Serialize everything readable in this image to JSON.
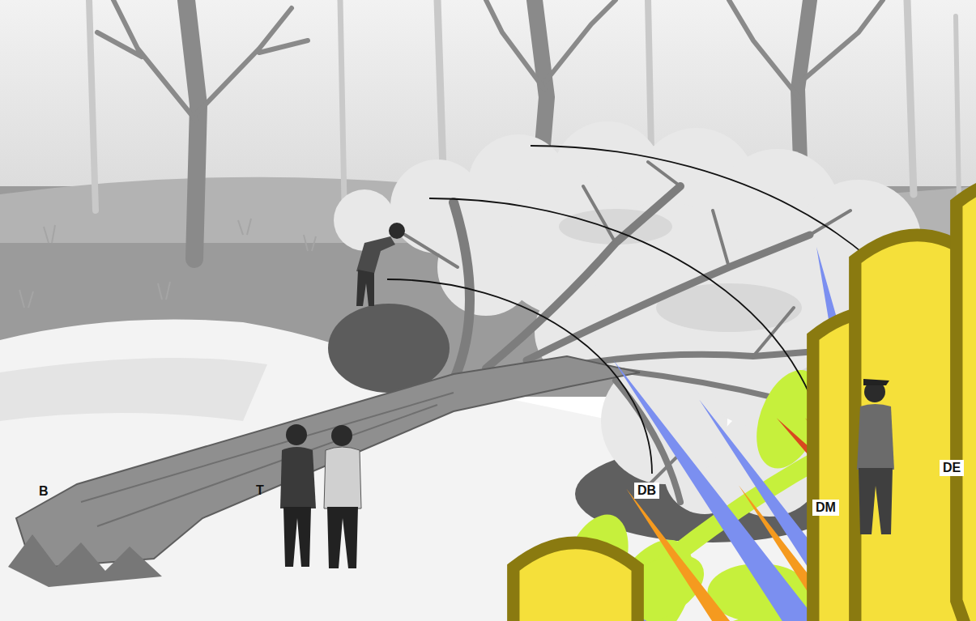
{
  "diagram": {
    "labels": [
      "B",
      "T",
      "DB",
      "DM",
      "DE"
    ]
  }
}
